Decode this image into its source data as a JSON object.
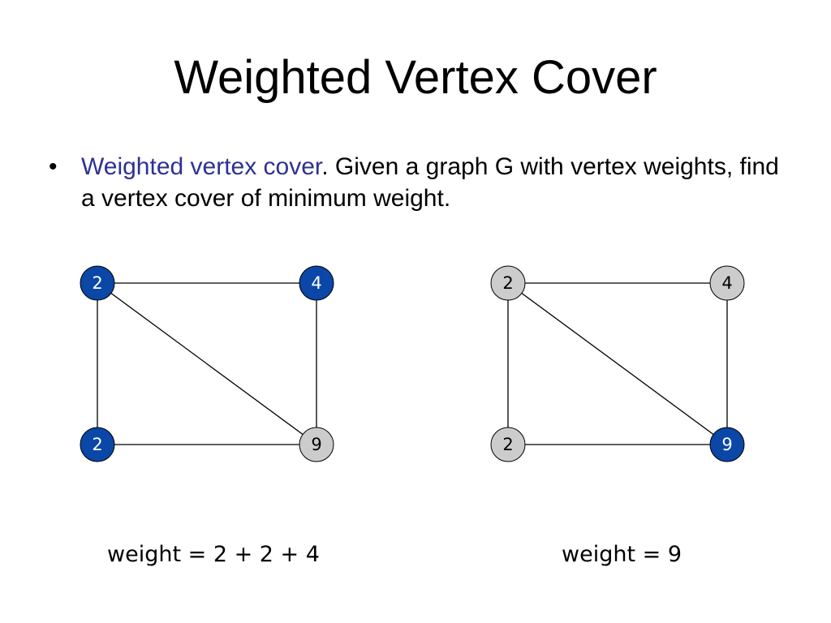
{
  "slide": {
    "title": "Weighted Vertex Cover",
    "bullet": {
      "marker": "•",
      "term": "Weighted vertex cover",
      "text": ". Given a graph G with vertex weights, find a vertex cover of minimum weight."
    }
  },
  "colors": {
    "term": "#2e3192",
    "selected_fill": "#0a47a6",
    "unselected_fill": "#cccccc",
    "selected_text": "#ffffff",
    "unselected_text": "#000000"
  },
  "graphs": [
    {
      "nodes": [
        {
          "id": "top-left",
          "weight": "2",
          "selected": true
        },
        {
          "id": "top-right",
          "weight": "4",
          "selected": true
        },
        {
          "id": "bottom-left",
          "weight": "2",
          "selected": true
        },
        {
          "id": "bottom-right",
          "weight": "9",
          "selected": false
        }
      ],
      "caption": "weight = 2 + 2 + 4"
    },
    {
      "nodes": [
        {
          "id": "top-left",
          "weight": "2",
          "selected": false
        },
        {
          "id": "top-right",
          "weight": "4",
          "selected": false
        },
        {
          "id": "bottom-left",
          "weight": "2",
          "selected": false
        },
        {
          "id": "bottom-right",
          "weight": "9",
          "selected": true
        }
      ],
      "caption": "weight = 9"
    }
  ]
}
